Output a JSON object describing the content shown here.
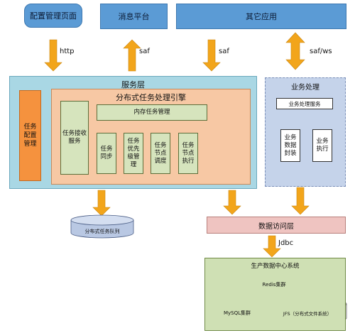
{
  "top": {
    "config_page": "配置管理页面",
    "message_platform": "消息平台",
    "other_apps": "其它应用"
  },
  "connectors": {
    "http": "http",
    "saf_up": "saf",
    "saf_down": "saf",
    "saf_ws": "saf/ws",
    "jdbc": "Jdbc"
  },
  "service_layer": {
    "title": "服务层",
    "task_config": "任务配置管理",
    "engine": {
      "title": "分布式任务处理引擎",
      "memory_manager": "内存任务管理",
      "receive_service": "任务接收服务",
      "sync": "任务同步",
      "priority": "任务优先级管理",
      "node_schedule": "任务节点调度",
      "node_exec": "任务节点执行"
    }
  },
  "business": {
    "title": "业务处理",
    "service": "业务处理服务",
    "data_encap": "业务数据封装",
    "exec": "业务执行"
  },
  "queue": "分布式任务队列",
  "data_access": "数据访问层",
  "production": {
    "title": "生产数据中心系统",
    "redis": "Redis集群",
    "mysql": "MySQL集群",
    "jfs": "JFS（分布式文件系统）"
  },
  "colors": {
    "top_blue": "#5b9bd5",
    "service_layer": "#a9d7e4",
    "engine": "#f7c8a4",
    "orange": "#f5923e",
    "green": "#d6e4bd",
    "arrow": "#f2a51b",
    "business": "#c5d3ea",
    "data_access": "#efc4c1",
    "production": "#cfe0b4",
    "cylinder_blue": "#b9c8e3",
    "cylinder_orange": "#f4b98a"
  }
}
